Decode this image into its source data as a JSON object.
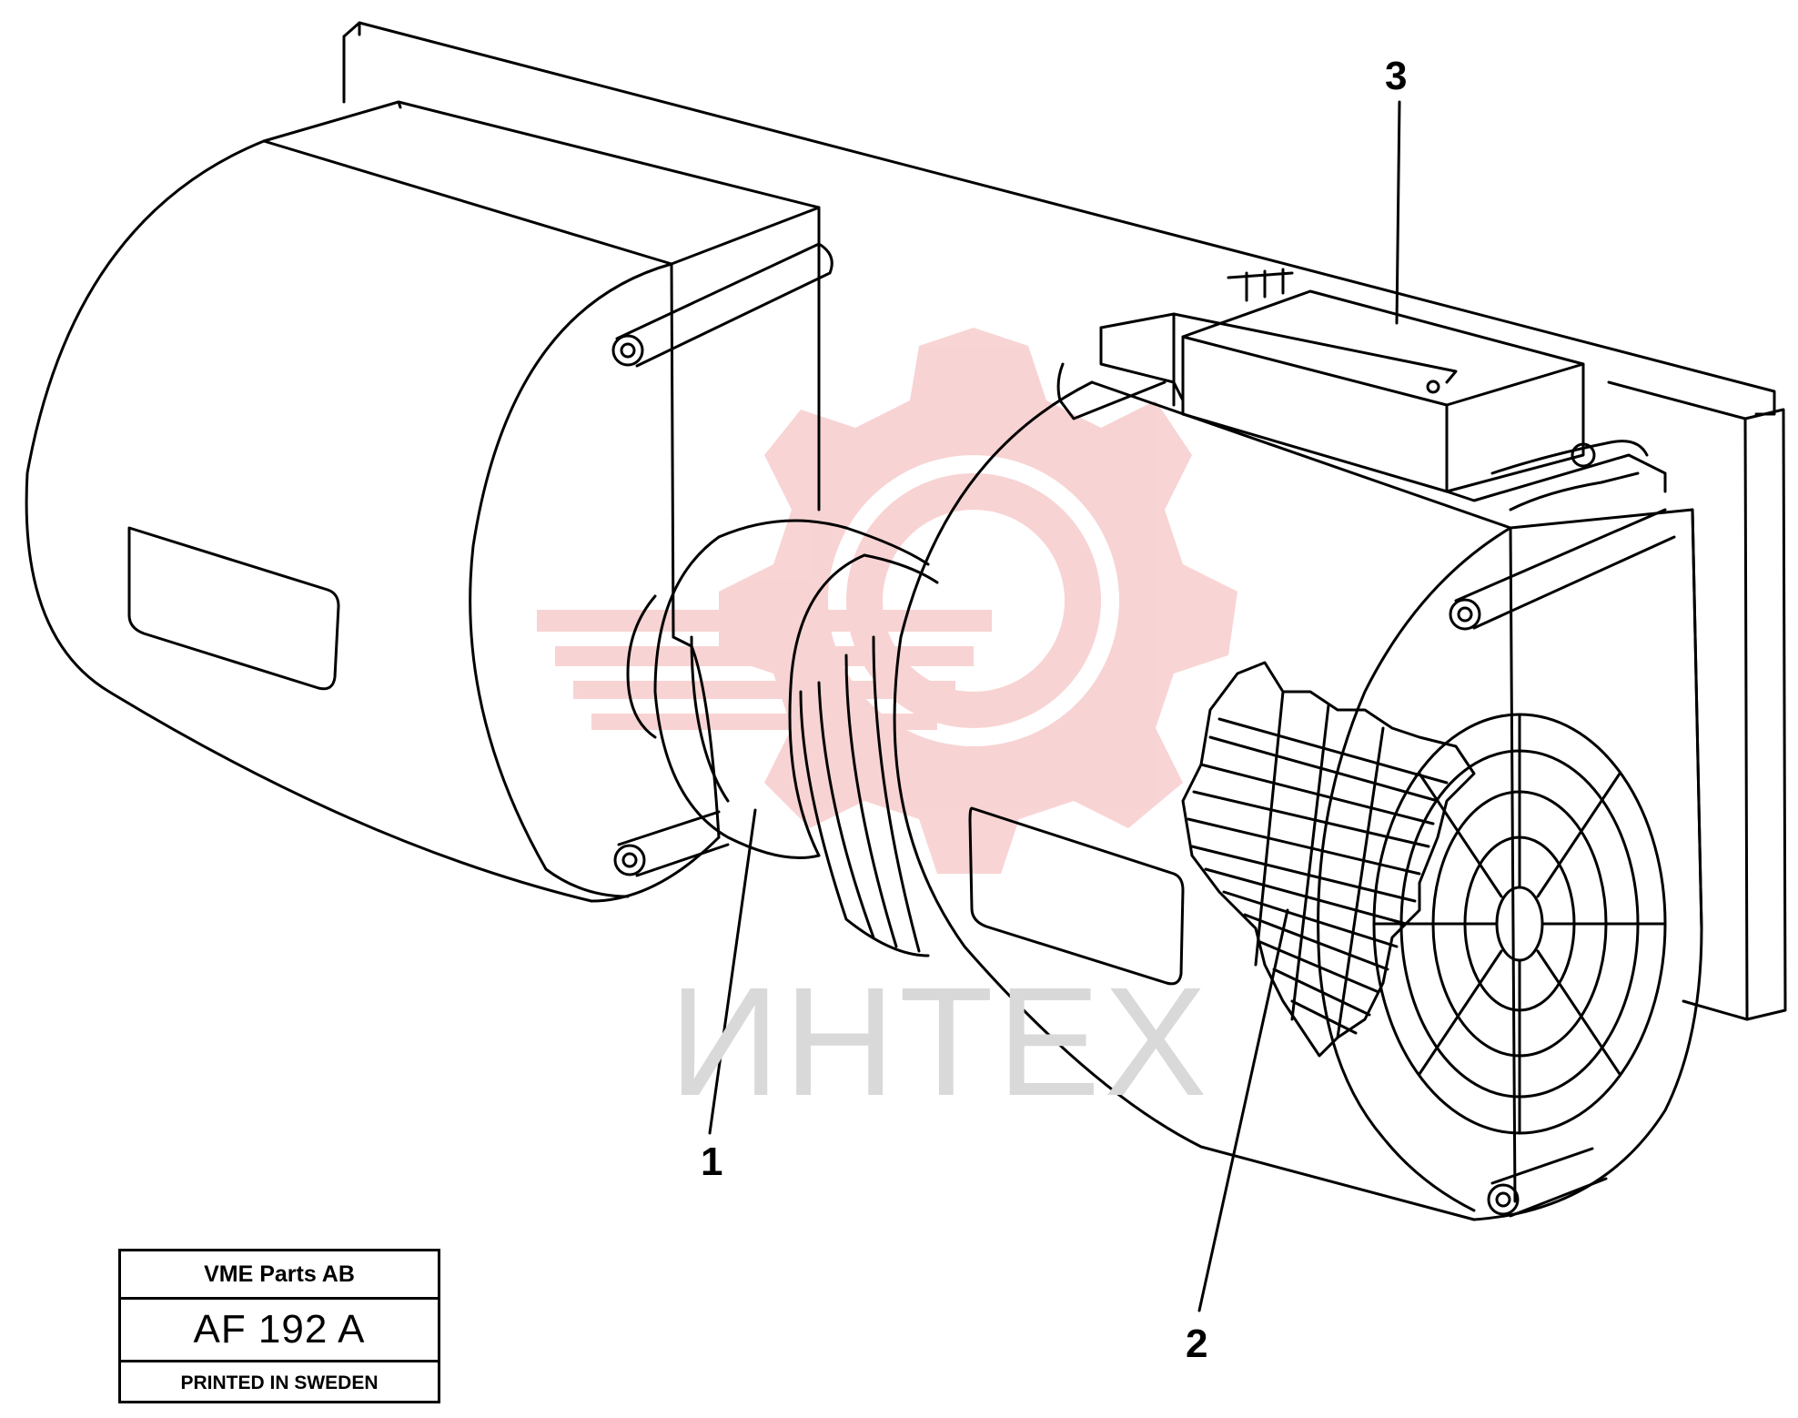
{
  "watermark": {
    "text": "ИНТЕХ",
    "color": "#f4b0b0"
  },
  "callouts": {
    "one": "1",
    "two": "2",
    "three": "3"
  },
  "title_block": {
    "company": "VME Parts AB",
    "code": "AF 192 A",
    "printed": "PRINTED IN SWEDEN"
  },
  "colors": {
    "line": "#000000",
    "background": "#ffffff",
    "watermark_gray": "#d9d9d9"
  }
}
